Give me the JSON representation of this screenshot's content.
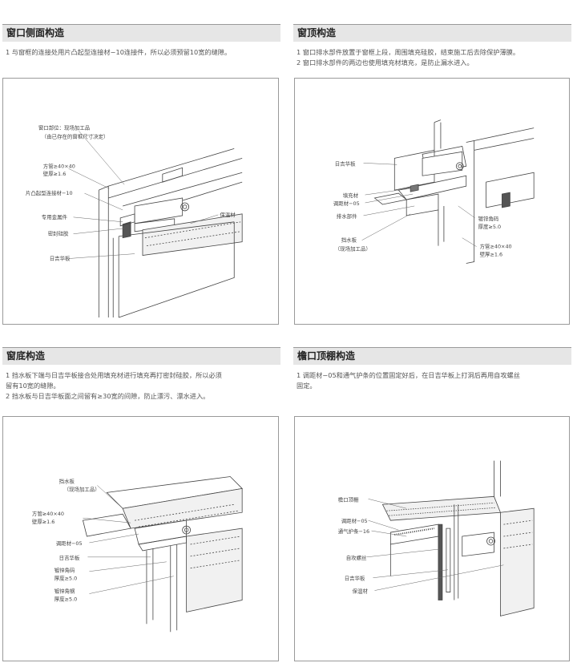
{
  "sections": [
    {
      "title": "窗口侧面构造",
      "desc": [
        "1 与窗框的连接处用片凸起型连接材−10连接件，所以必须预留10宽的缝隙。"
      ],
      "labels": [
        "窗口部位：现场加工品",
        "（由已存在的窗框尺寸决定）",
        "方管≥40×40",
        "壁厚≥1.6",
        "片凸起型连接材−10",
        "专用金属件",
        "密封硅胶",
        "日吉华板",
        "保温材"
      ]
    },
    {
      "title": "窗顶构造",
      "desc": [
        "1 窗口排水部件放置于窗框上段，周围填充硅胶，结束施工后去除保护薄膜。",
        "2 窗口排水部件的两边也使用填充材填充，是防止漏水进入。"
      ],
      "labels": [
        "日吉华板",
        "填充材",
        "调距材−05",
        "排水部件",
        "挡水板",
        "（现场加工品）",
        "镀锌角码",
        "厚度≥5.0",
        "方管≥40×40",
        "壁厚≥1.6"
      ]
    },
    {
      "title": "窗底构造",
      "desc": [
        "1 挡水板下端与日吉华板接合处用填充材进行填充再打密封硅胶，所以必须",
        "留有10宽的缝隙。",
        "2 挡水板与日吉华板面之间留有≥30宽的间隙，防止漂污、漂水进入。"
      ],
      "labels": [
        "挡水板",
        "（现场加工品）",
        "方管≥40×40",
        "壁厚≥1.6",
        "调距材−05",
        "日吉华板",
        "镀锌角码",
        "厚度≥5.0",
        "镀锌角钢",
        "厚度≥5.0"
      ]
    },
    {
      "title": "檐口顶棚构造",
      "desc": [
        "1 调距材−05和通气护条的位置固定好后，在日吉华板上打洞后再用自攻螺丝",
        "固定。"
      ],
      "labels": [
        "檐口顶棚",
        "调距材−05",
        "通气护条−16",
        "自攻螺丝",
        "日吉华板",
        "保温材"
      ]
    }
  ]
}
